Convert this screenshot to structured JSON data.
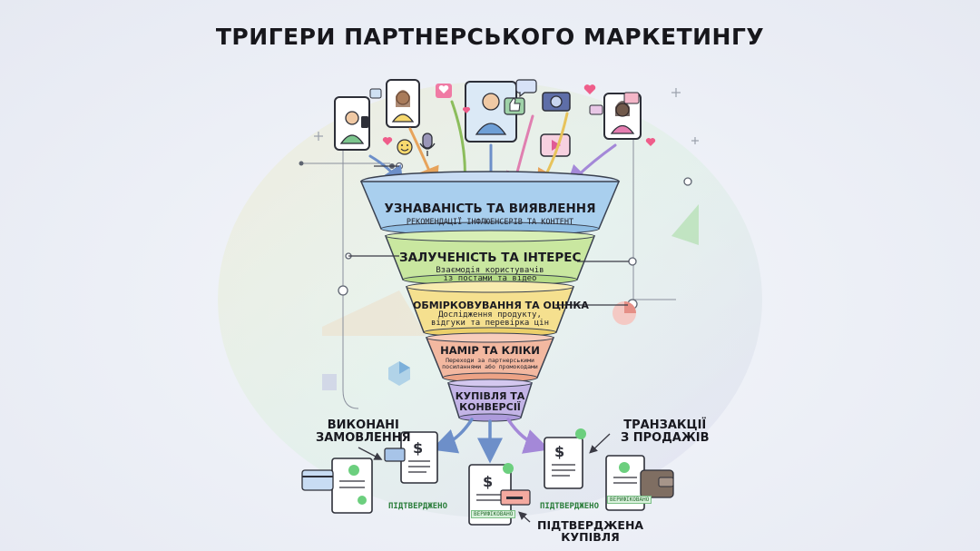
{
  "title": "ТРИГЕРИ ПАРТНЕРСЬКОГО МАРКЕТИНГУ",
  "stages": [
    {
      "title": "УЗНАВАНІСТЬ ТА ВИЯВЛЕННЯ",
      "subtitle": "РЕКОМЕНДАЦІЇ ІНФЛЮЕНСЕРІВ ТА КОНТЕНТ",
      "color": "#a9cfee"
    },
    {
      "title": "ЗАЛУЧЕНІСТЬ ТА ІНТЕРЕС",
      "subtitle": "Взаємодія користувачів\nіз постами та відео",
      "color": "#c9e7a0"
    },
    {
      "title": "ОБМІРКОВУВАННЯ ТА ОЦІНКА",
      "subtitle": "Дослідження продукту,\nвідгуки та перевірка цін",
      "color": "#f5e08f"
    },
    {
      "title": "НАМІР ТА КЛІКИ",
      "subtitle": "Переходи за партнерськими\nпосиланнями або промокодами",
      "color": "#f3b8a0"
    },
    {
      "title": "КУПІВЛЯ ТА\nКОНВЕРСІЇ",
      "subtitle": "",
      "color": "#c3b4e6"
    }
  ],
  "outcomes": {
    "left_label": "ВИКОНАНІ\nЗАМОВЛЕННЯ",
    "right_label": "ТРАНЗАКЦІЇ\nЗ ПРОДАЖІВ",
    "center_label": "ПІДТВЕРДЖЕНА\nКУПІВЛЯ",
    "stamp_left": "ПІДТВЕРДЖЕНО",
    "stamp_right": "ПІДТВЕРДЖЕНО",
    "mini_stamp_center": "ВЕРИФІКОВАНО",
    "mini_stamp_right": "ВЕРИФІКОВАНО"
  }
}
